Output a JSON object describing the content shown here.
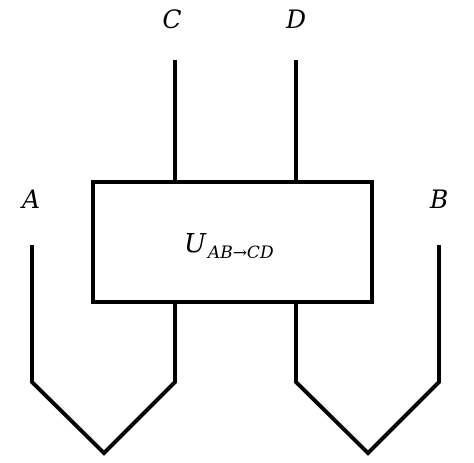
{
  "labels": {
    "a": "A",
    "b": "B",
    "c": "C",
    "d": "D"
  },
  "operator": {
    "symbol": "U",
    "subscript": "AB→CD"
  }
}
